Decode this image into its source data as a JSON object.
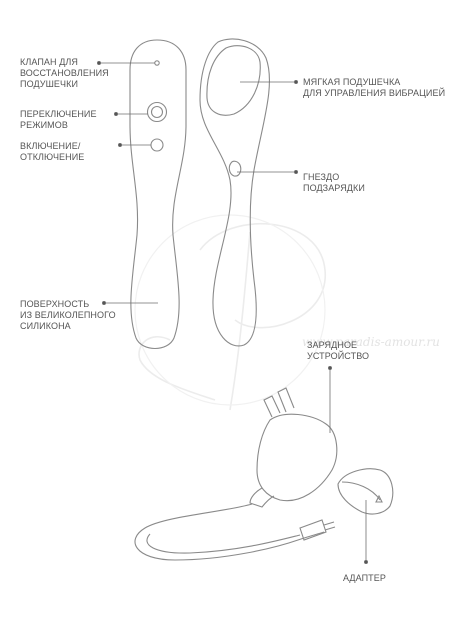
{
  "colors": {
    "outline": "#8a8a8a",
    "leader": "#6f6f6f",
    "label": "#555555",
    "watermark": "#e6e6e6"
  },
  "labels": {
    "valve": [
      "КЛАПАН ДЛЯ",
      "ВОССТАНОВЛЕНИЯ",
      "ПОДУШЕЧКИ"
    ],
    "mode_switch": [
      "ПЕРЕКЛЮЧЕНИЕ",
      "РЕЖИМОВ"
    ],
    "power": [
      "ВКЛЮЧЕНИЕ/",
      "ОТКЛЮЧЕНИЕ"
    ],
    "surface": [
      "ПОВЕРХНОСТЬ",
      "ИЗ ВЕЛИКОЛЕПНОГО",
      "СИЛИКОНА"
    ],
    "soft_pad": [
      "МЯГКАЯ ПОДУШЕЧКА",
      "ДЛЯ УПРАВЛЕНИЯ ВИБРАЦИЕЙ"
    ],
    "charging_socket": [
      "ГНЕЗДО",
      "ПОДЗАРЯДКИ"
    ],
    "charger": [
      "ЗАРЯДНОЕ",
      "УСТРОЙСТВО"
    ],
    "adapter": [
      "АДАПТЕР"
    ]
  },
  "watermark": {
    "site": "www.paradis-amour.ru"
  }
}
